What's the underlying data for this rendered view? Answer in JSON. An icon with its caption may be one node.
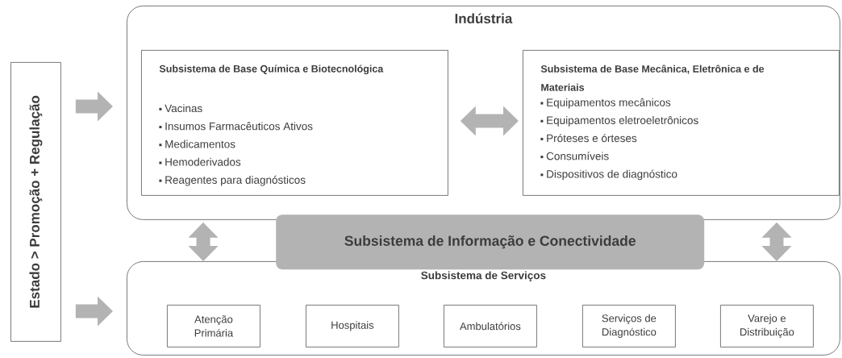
{
  "diagram": {
    "nodes": [
      {
        "text": [
          "Estado > Promoção + Regulação"
        ]
      },
      {
        "text": [
          "Indústria"
        ]
      },
      {
        "text": [
          "Subsistema de Base Química e Biotecnológica",
          "Vacinas",
          "Insumos Farmacêuticos Ativos",
          "Medicamentos",
          "Hemoderivados",
          "Reagentes para diagnósticos"
        ],
        "in": 1
      },
      {
        "text": [
          "Subsistema de Base Mecânica, Eletrônica e de Materiais",
          "Equipamentos mecânicos",
          "Equipamentos eletroeletrônicos",
          "Próteses e órteses",
          "Consumíveis",
          "Dispositivos de diagnóstico"
        ],
        "in": 1
      },
      {
        "text": [
          "Subsistema de Informação e Conectividade"
        ]
      },
      {
        "text": [
          "Subsistema de Serviços"
        ]
      },
      {
        "text": [
          "Atenção Primária"
        ],
        "in": 5
      },
      {
        "text": [
          "Hospitais"
        ],
        "in": 5
      },
      {
        "text": [
          "Ambulatórios"
        ],
        "in": 5
      },
      {
        "text": [
          "Serviços de Diagnóstico"
        ],
        "in": 5
      },
      {
        "text": [
          "Varejo e Distribuição"
        ],
        "in": 5
      }
    ],
    "edges": [
      {
        "from": 0,
        "to": 1,
        "arrow": "to"
      },
      {
        "from": 0,
        "to": 5,
        "arrow": "to"
      },
      {
        "from": 2,
        "to": 3,
        "arrow": "both"
      },
      {
        "from": 1,
        "to": 5,
        "arrow": "both"
      },
      {
        "from": 1,
        "to": 5,
        "arrow": "both"
      }
    ]
  }
}
